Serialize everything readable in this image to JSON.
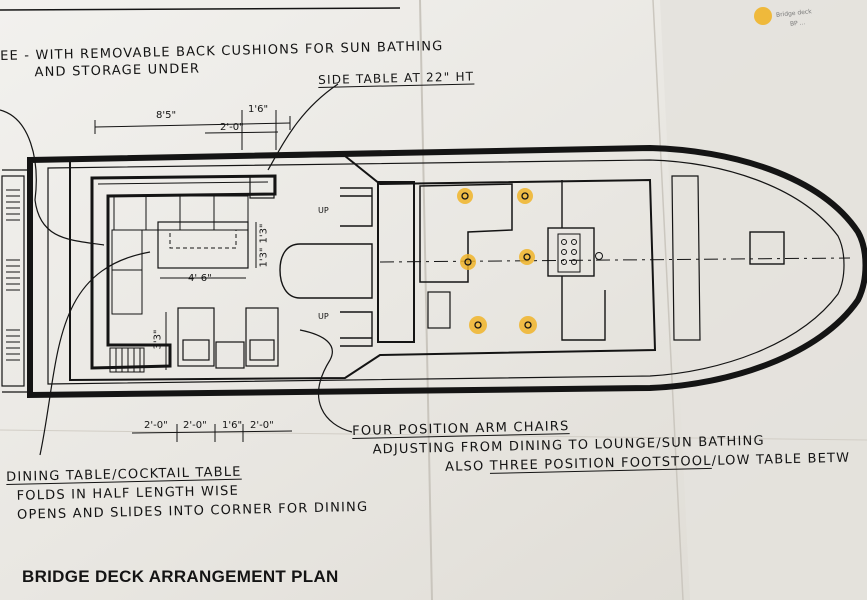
{
  "title": "BRIDGE DECK ARRANGEMENT PLAN",
  "notes": {
    "settee": [
      "EE - WITH REMOVABLE BACK CUSHIONS FOR SUN BATHING",
      "AND STORAGE UNDER"
    ],
    "side_table": "SIDE TABLE AT 22\" HT",
    "dining_table": {
      "heading": "DINING TABLE/COCKTAIL TABLE",
      "lines": [
        "FOLDS IN HALF LENGTH WISE",
        "OPENS AND SLIDES INTO CORNER FOR DINING"
      ]
    },
    "armchairs": {
      "heading": "FOUR POSITION ARM CHAIRS",
      "line2": "ADJUSTING FROM DINING TO LOUNGE/SUN BATHING",
      "line3_prefix": "ALSO ",
      "line3_underlined": "THREE POSITION FOOTSTOOL",
      "line3_suffix": "/LOW TABLE BETW"
    }
  },
  "dimensions": {
    "top_overall": "8'5\"",
    "top_a": "1'6\"",
    "top_b": "2'-0\"",
    "table_length": "4'-6\"",
    "table_width_a": "1'3\"",
    "table_width_b": "1'3\"",
    "chair_depth": "3'3\"",
    "bottom": [
      "2'-0\"",
      "2'-0\"",
      "1'6\"",
      "2'-0\""
    ]
  },
  "stair_labels": [
    "UP",
    "UP"
  ],
  "corner_stamp": [
    "Bridge deck",
    "BP ..."
  ],
  "colors": {
    "paper": "#eceae5",
    "ink": "#141414",
    "highlight": "#f0b429"
  }
}
